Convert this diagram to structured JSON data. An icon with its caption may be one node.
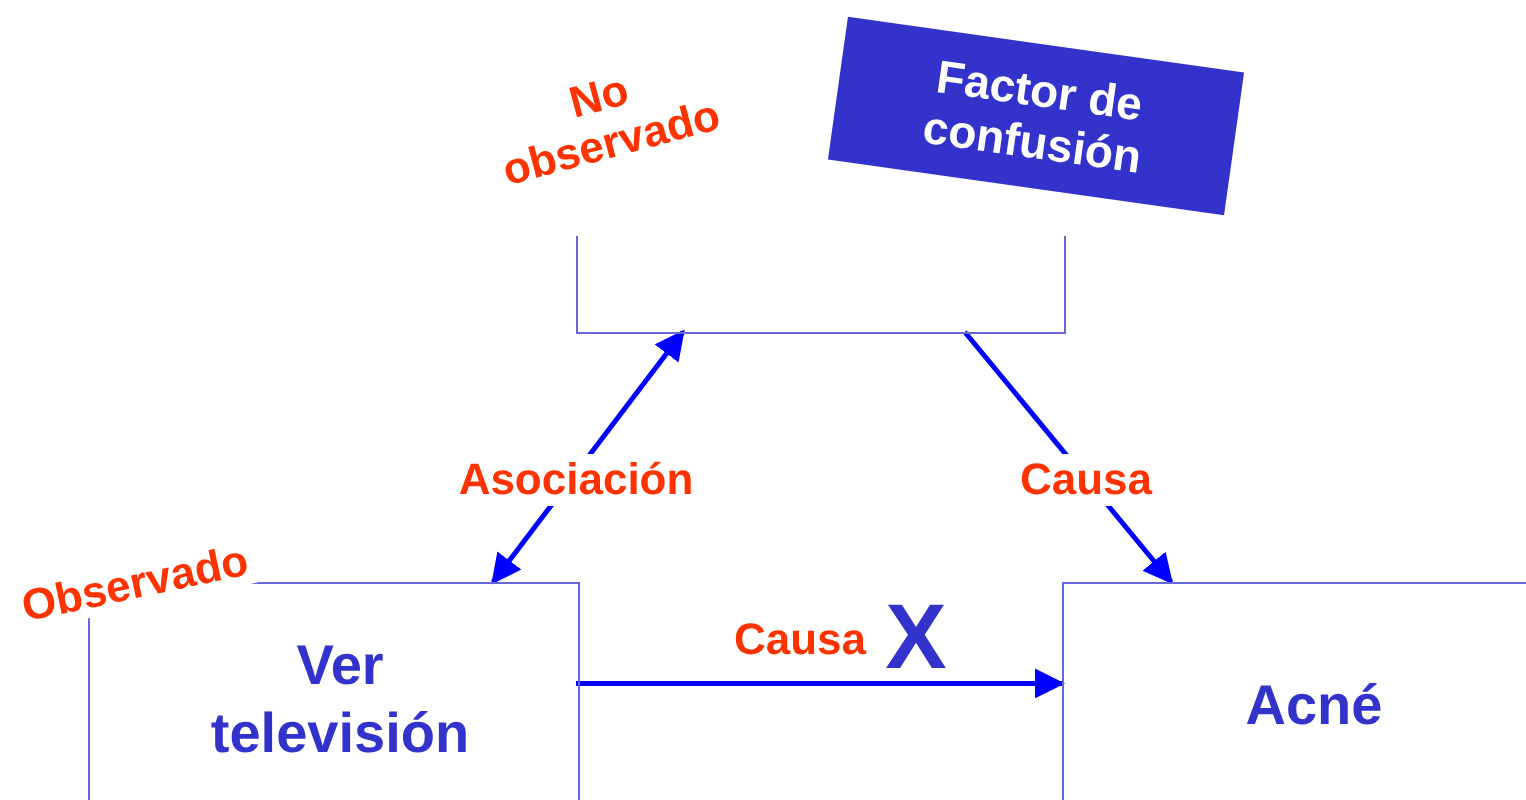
{
  "diagram": {
    "nodes": [
      {
        "text": [
          "No observado"
        ]
      },
      {
        "text": [
          "Factor de confusión"
        ]
      },
      {
        "text": [
          "Observado",
          "Ver televisión"
        ]
      },
      {
        "text": [
          "Acné"
        ]
      }
    ],
    "edges": [
      {
        "from": 2,
        "to": 0,
        "arrow": "both",
        "label": "Asociación"
      },
      {
        "from": 0,
        "to": 3,
        "arrow": "to",
        "label": "Causa"
      },
      {
        "from": 2,
        "to": 3,
        "arrow": "to",
        "label": "Causa"
      }
    ],
    "labels": [
      "X"
    ]
  }
}
